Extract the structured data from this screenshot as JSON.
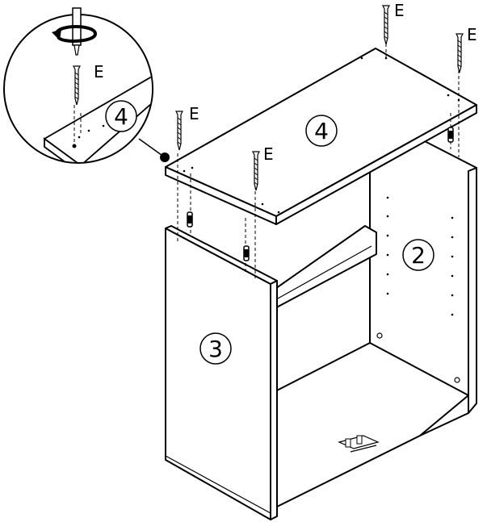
{
  "labels": {
    "screw": "E",
    "part_top": "4",
    "part_side_right": "2",
    "part_side_left": "3",
    "part_detail": "4"
  },
  "colors": {
    "line": "#000000",
    "background": "#ffffff"
  },
  "icons": {
    "screwdriver": "screwdriver-icon",
    "rotation": "rotate-arrow-icon",
    "screw": "screw-icon",
    "dowel": "dowel-icon"
  }
}
